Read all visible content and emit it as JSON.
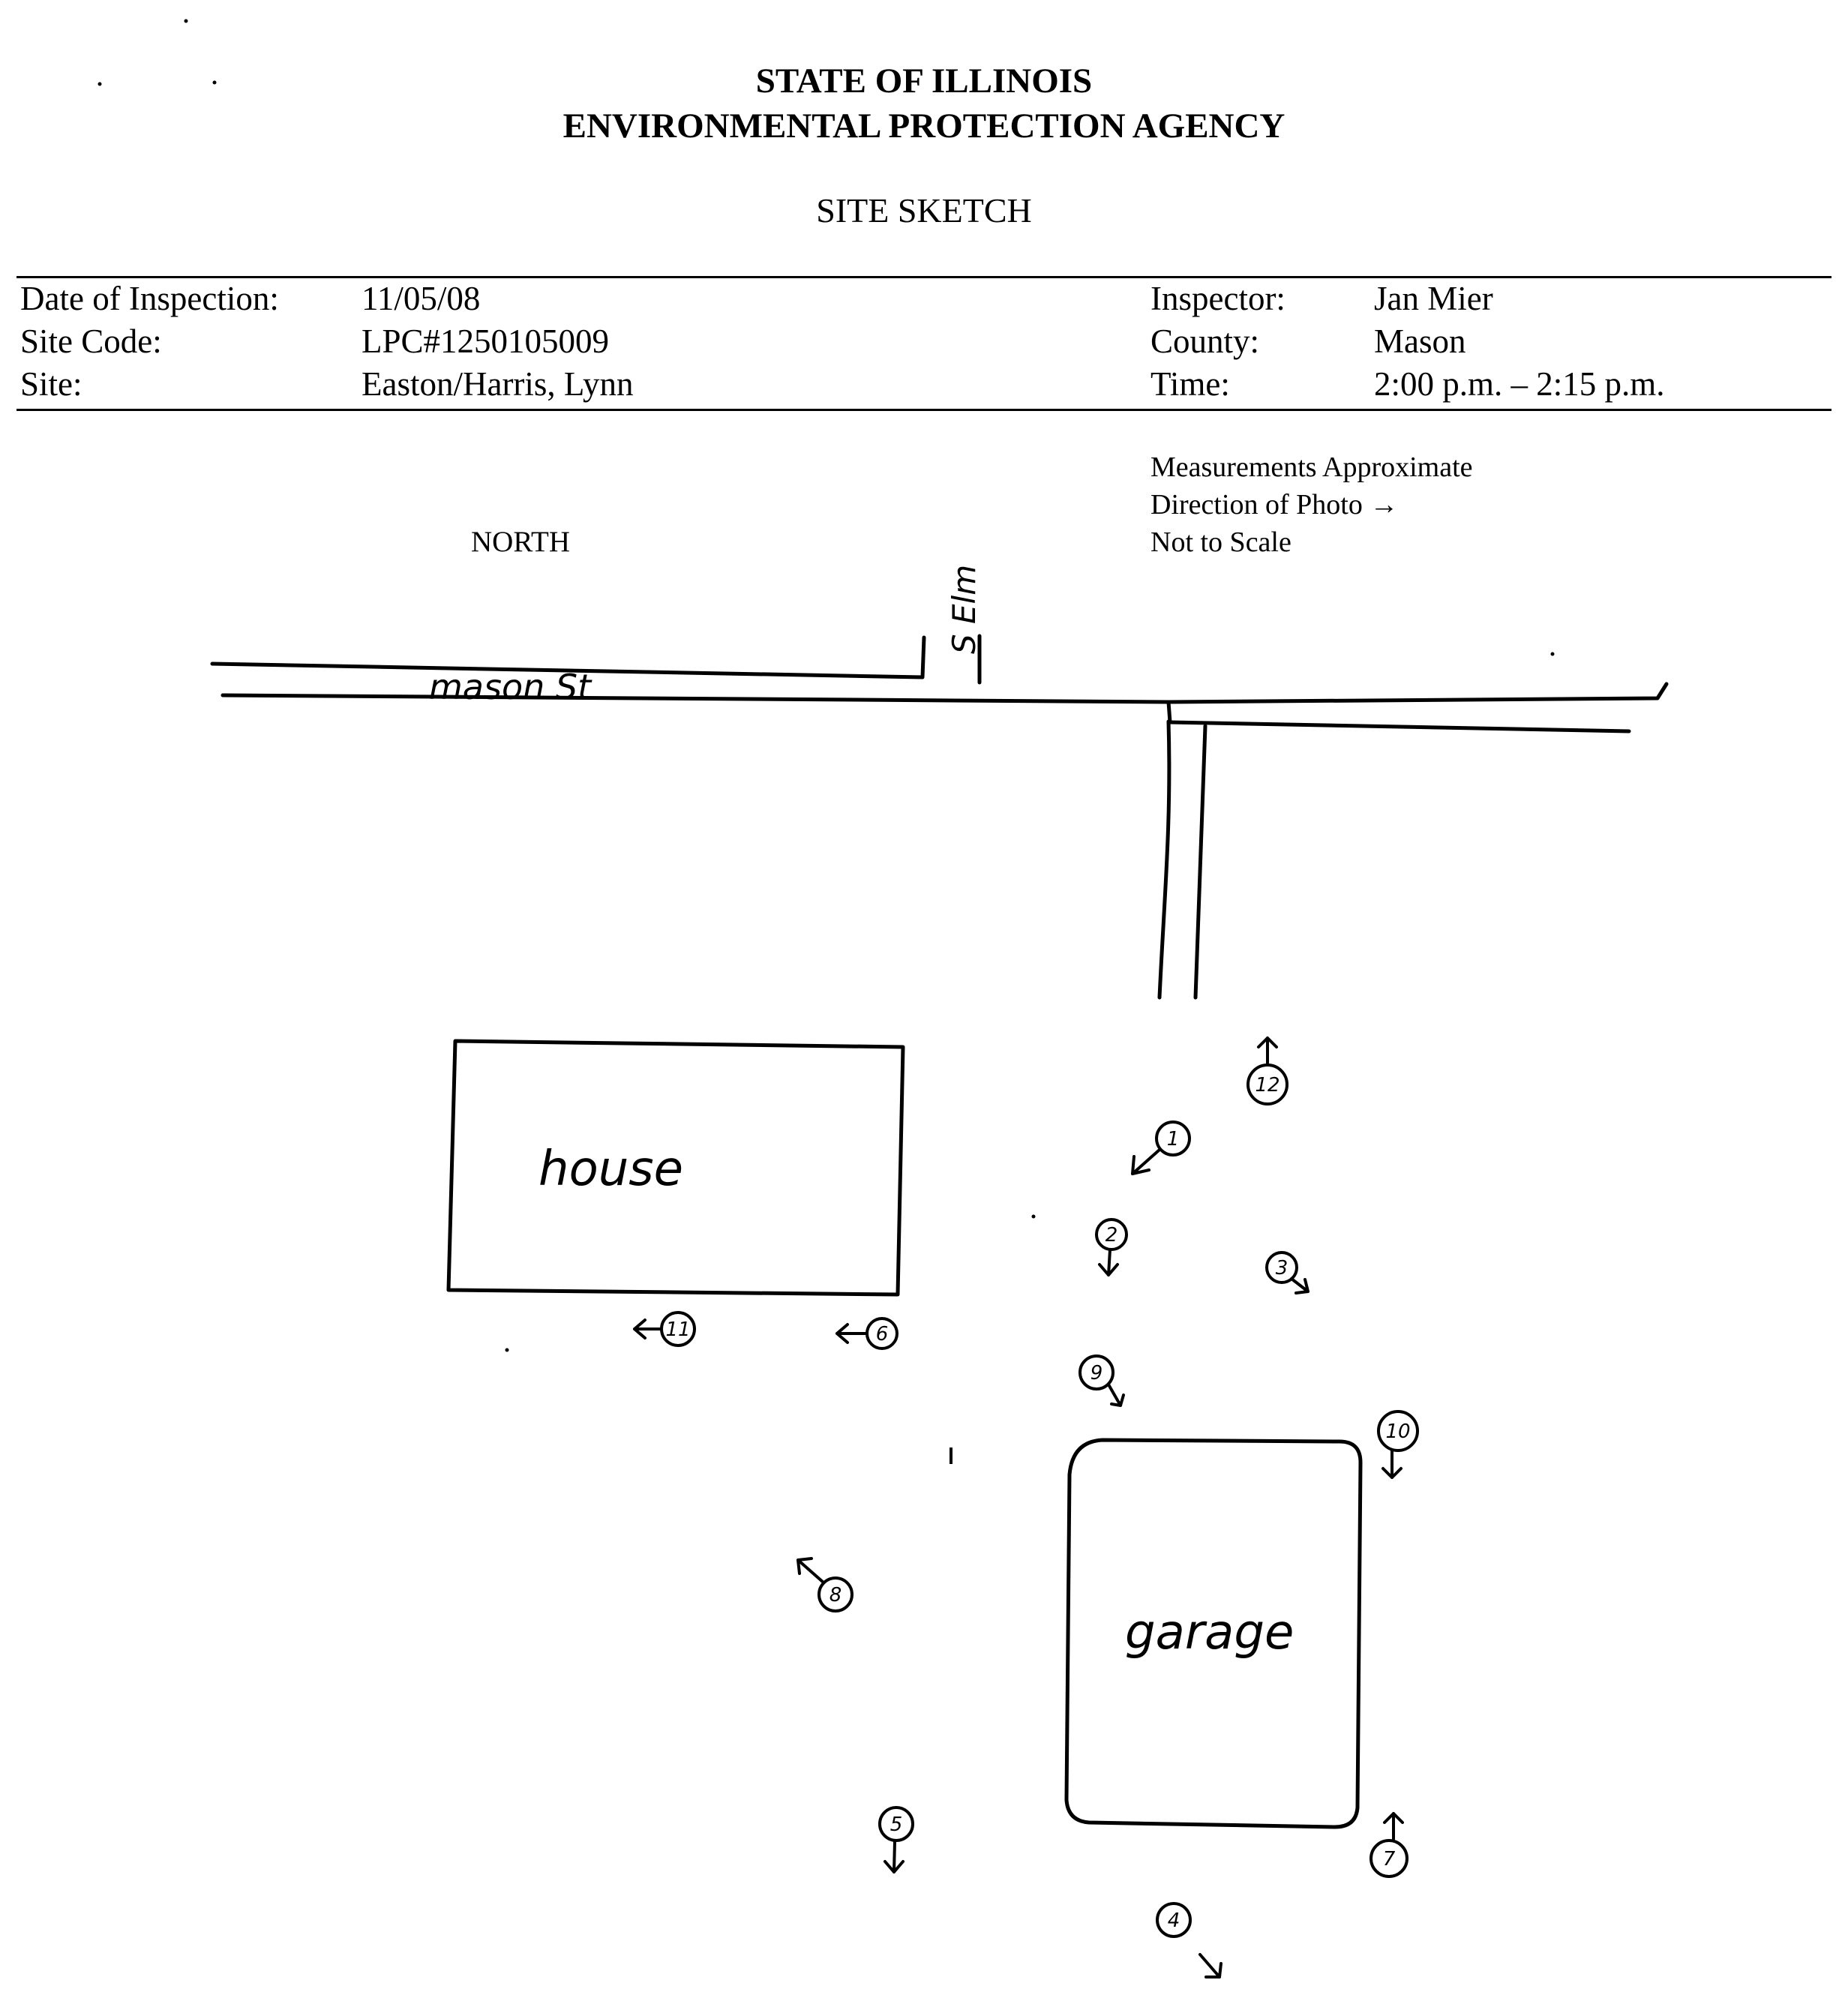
{
  "header": {
    "line1": "STATE OF ILLINOIS",
    "line2": "ENVIRONMENTAL PROTECTION AGENCY",
    "title": "SITE SKETCH"
  },
  "info": {
    "date_label": "Date of Inspection:",
    "date_value": "11/05/08",
    "code_label": "Site Code:",
    "code_value": "LPC#1250105009",
    "site_label": "Site:",
    "site_value": "Easton/Harris, Lynn",
    "inspector_label": "Inspector:",
    "inspector_value": "Jan Mier",
    "county_label": "County:",
    "county_value": "Mason",
    "time_label": "Time:",
    "time_value": "2:00 p.m. – 2:15 p.m."
  },
  "notes": {
    "line1": "Measurements Approximate",
    "line2": "Direction of Photo →",
    "line3": "Not to Scale"
  },
  "sketch": {
    "north_label": "NORTH",
    "street_horizontal": "mason St",
    "street_vertical": "S Elm",
    "house_label": "house",
    "garage_label": "garage",
    "photo_markers": [
      "1",
      "2",
      "3",
      "4",
      "5",
      "6",
      "7",
      "8",
      "9",
      "10",
      "11",
      "12"
    ]
  }
}
